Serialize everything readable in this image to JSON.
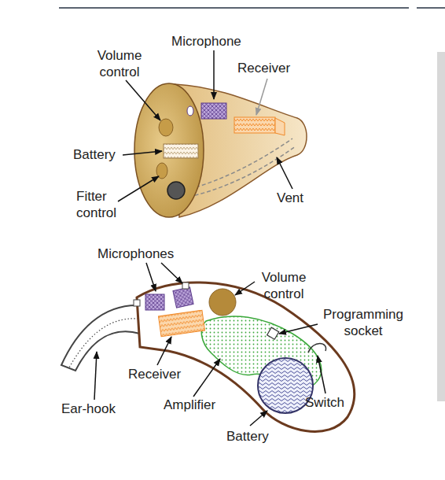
{
  "diagram": {
    "labels": [
      "Volume control",
      "Microphone",
      "Receiver",
      "Battery",
      "Fitter control",
      "Vent",
      "Microphones",
      "Volume control",
      "Programming socket",
      "Receiver",
      "Ear-hook",
      "Amplifier",
      "Switch",
      "Battery"
    ]
  }
}
